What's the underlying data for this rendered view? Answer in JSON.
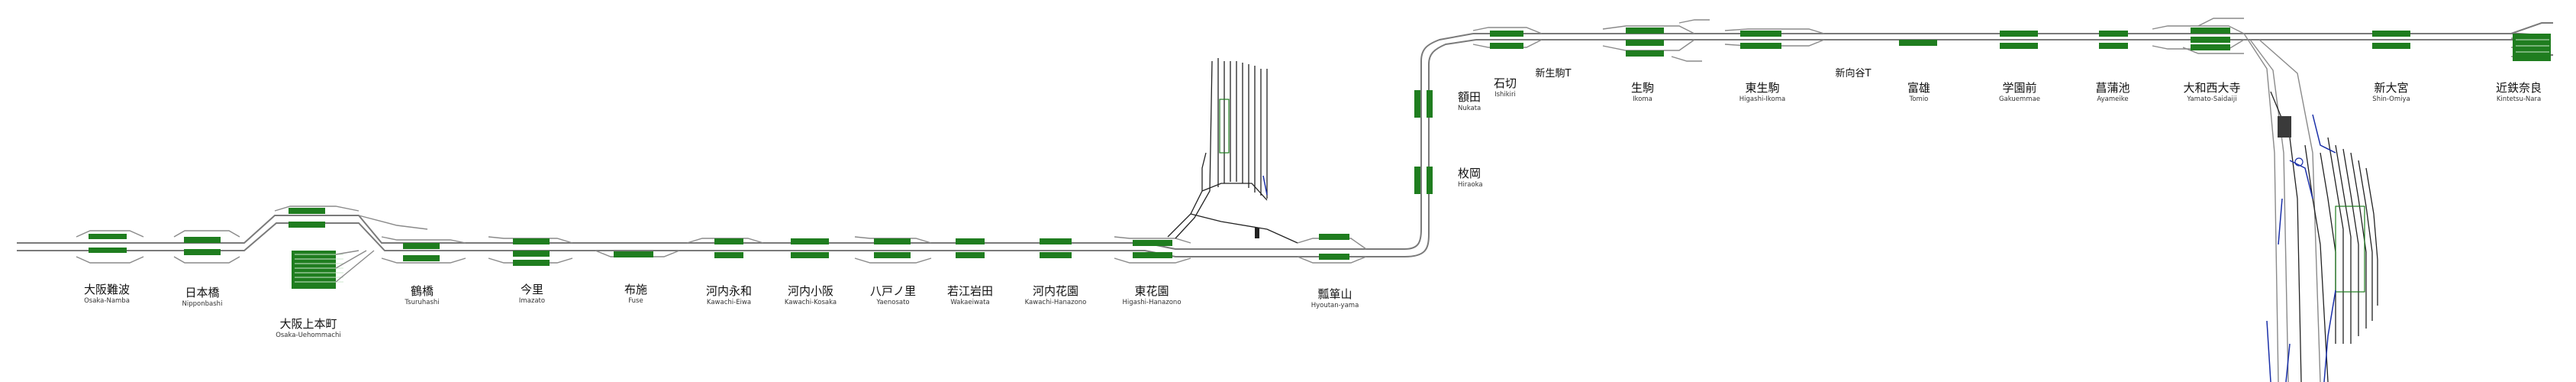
{
  "stations": [
    {
      "id": "osaka-namba",
      "name": "大阪難波",
      "romaji": "Osaka-Namba"
    },
    {
      "id": "nipponbashi",
      "name": "日本橋",
      "romaji": "Nipponbashi"
    },
    {
      "id": "osaka-uehommachi",
      "name": "大阪上本町",
      "romaji": "Osaka-Uehommachi"
    },
    {
      "id": "tsuruhashi",
      "name": "鶴橋",
      "romaji": "Tsuruhashi"
    },
    {
      "id": "imazato",
      "name": "今里",
      "romaji": "Imazato"
    },
    {
      "id": "fuse",
      "name": "布施",
      "romaji": "Fuse"
    },
    {
      "id": "kawachi-eiwa",
      "name": "河内永和",
      "romaji": "Kawachi-Eiwa"
    },
    {
      "id": "kawachi-kosaka",
      "name": "河内小阪",
      "romaji": "Kawachi-Kosaka"
    },
    {
      "id": "yaenosato",
      "name": "八戸ノ里",
      "romaji": "Yaenosato"
    },
    {
      "id": "wakaeiwata",
      "name": "若江岩田",
      "romaji": "Wakaeiwata"
    },
    {
      "id": "kawachi-hanazono",
      "name": "河内花園",
      "romaji": "Kawachi-Hanazono"
    },
    {
      "id": "higashi-hanazono",
      "name": "東花園",
      "romaji": "Higashi-Hanazono"
    },
    {
      "id": "hyotan-yama",
      "name": "瓢箪山",
      "romaji": "Hyoutan-yama"
    },
    {
      "id": "nukata",
      "name": "額田",
      "romaji": "Nukata"
    },
    {
      "id": "hiraoka",
      "name": "枚岡",
      "romaji": "Hiraoka"
    },
    {
      "id": "ishikiri",
      "name": "石切",
      "romaji": "Ishikiri"
    },
    {
      "id": "ikoma",
      "name": "生駒",
      "romaji": "Ikoma"
    },
    {
      "id": "higashi-ikoma",
      "name": "東生駒",
      "romaji": "Higashi-Ikoma"
    },
    {
      "id": "tomio",
      "name": "富雄",
      "romaji": "Tomio"
    },
    {
      "id": "gakuemmae",
      "name": "学園前",
      "romaji": "Gakuemmae"
    },
    {
      "id": "ayameike",
      "name": "菖蒲池",
      "romaji": "Ayameike"
    },
    {
      "id": "yamato-saidaiji",
      "name": "大和西大寺",
      "romaji": "Yamato-Saidaiji"
    },
    {
      "id": "shin-omiya",
      "name": "新大宮",
      "romaji": "Shin-Omiya"
    },
    {
      "id": "kintetsu-nara",
      "name": "近鉄奈良",
      "romaji": "Kintetsu-Nara"
    }
  ],
  "signal_points": [
    {
      "id": "shin-ikoma",
      "label": "新生駒T"
    },
    {
      "id": "shin-mukodani",
      "label": "新向谷T"
    }
  ],
  "colors": {
    "platform": "#1f7d1f",
    "track": "#7a7a7a",
    "yard": "#222222",
    "branch": "#1a2fa8"
  }
}
